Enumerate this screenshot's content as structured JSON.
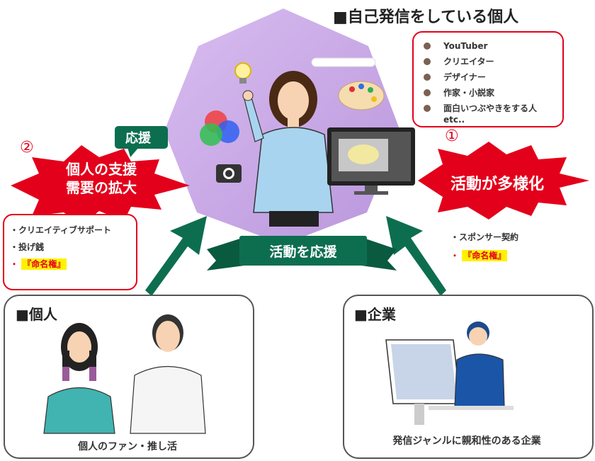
{
  "creator": {
    "heading": "■自己発信をしている個人",
    "items": [
      "YouTuber",
      "クリエイター",
      "デザイナー",
      "作家・小説家",
      "面白いつぶやきをする人"
    ],
    "etc": "etc.."
  },
  "burst_right": {
    "number": "①",
    "label": "活動が多様化"
  },
  "burst_left": {
    "number": "②",
    "line1": "個人の支援",
    "line2": "需要の拡大",
    "tag": "応援"
  },
  "support_banner": "活動を応援",
  "individual_support": {
    "items": [
      "・クリエイティブサポート",
      "・投げ銭"
    ],
    "highlight_prefix": "・",
    "highlight": "『命名権』"
  },
  "company_support": {
    "items": [
      "・スポンサー契約"
    ],
    "highlight_prefix": "・",
    "highlight": "『命名権』"
  },
  "individual_box": {
    "heading": "■個人",
    "caption": "個人のファン・推し活"
  },
  "company_box": {
    "heading": "■企業",
    "caption": "発信ジャンルに親和性のある企業"
  },
  "colors": {
    "green": "#0d6e4f",
    "red": "#e3001b",
    "purple": "#c9a9e3",
    "highlight": "#fff200"
  }
}
